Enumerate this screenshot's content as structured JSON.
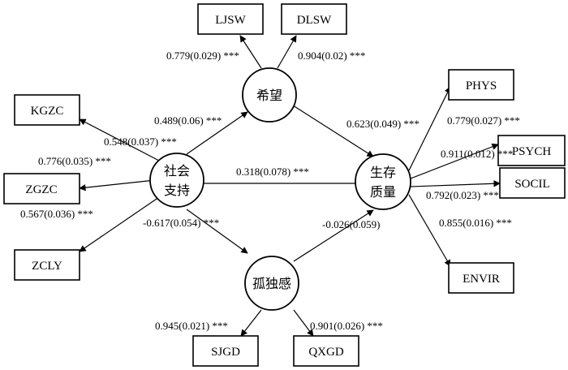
{
  "latent": {
    "hope": "希望",
    "support_line1": "社会",
    "support_line2": "支持",
    "qol_line1": "生存",
    "qol_line2": "质量",
    "lonely": "孤独感"
  },
  "indicators": {
    "ljsw": "LJSW",
    "dlsw": "DLSW",
    "kgzc": "KGZC",
    "zgzc": "ZGZC",
    "zcly": "ZCLY",
    "phys": "PHYS",
    "psych": "PSYCH",
    "socil": "SOCIL",
    "envir": "ENVIR",
    "sjgd": "SJGD",
    "qxgd": "QXGD"
  },
  "coefficients": {
    "hope_ljsw": "0.779(0.029) ***",
    "hope_dlsw": "0.904(0.02) ***",
    "support_kgzc": "0.548(0.037) ***",
    "support_zgzc": "0.776(0.035) ***",
    "support_zcly": "0.567(0.036) ***",
    "support_hope": "0.489(0.06) ***",
    "support_qol": "0.318(0.078) ***",
    "support_lonely": "-0.617(0.054) ***",
    "hope_qol": "0.623(0.049) ***",
    "lonely_qol": "-0.026(0.059)",
    "qol_phys": "0.779(0.027) ***",
    "qol_psych": "0.911(0.012) ***",
    "qol_socil": "0.792(0.023) ***",
    "qol_envir": "0.855(0.016) ***",
    "lonely_sjgd": "0.945(0.021) ***",
    "lonely_qxgd": "0.901(0.026) ***"
  }
}
